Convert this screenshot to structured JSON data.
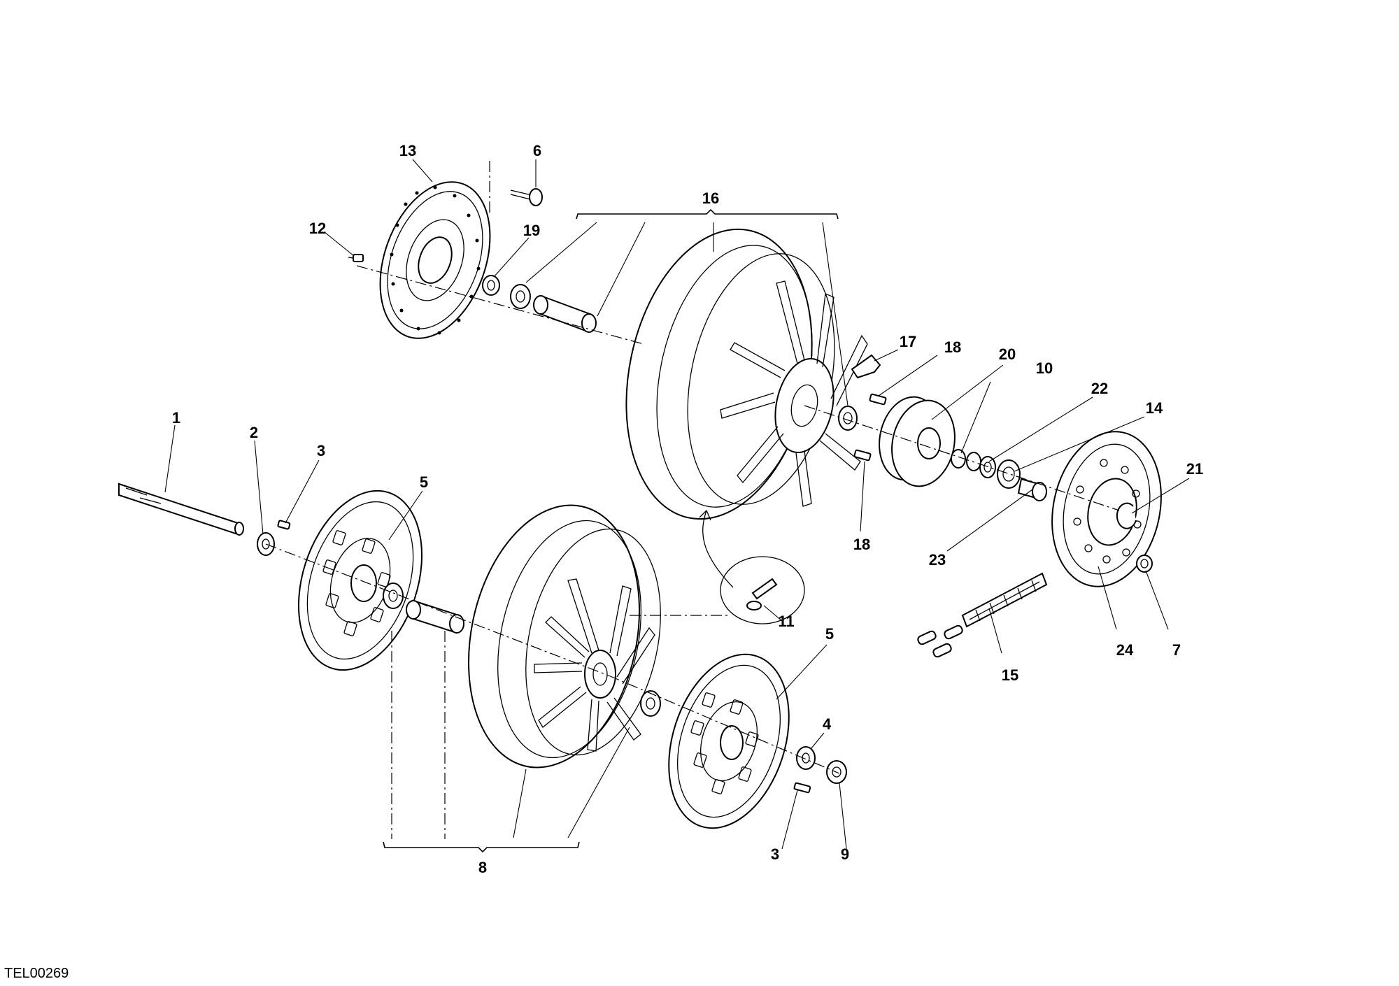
{
  "drawing_code": "TEL00269",
  "callouts": {
    "c1": "1",
    "c2": "2",
    "c3a": "3",
    "c3b": "3",
    "c4": "4",
    "c5a": "5",
    "c5b": "5",
    "c6": "6",
    "c7": "7",
    "c8": "8",
    "c9": "9",
    "c10": "10",
    "c11": "11",
    "c12": "12",
    "c13": "13",
    "c14": "14",
    "c15": "15",
    "c16": "16",
    "c17": "17",
    "c18a": "18",
    "c18b": "18",
    "c19": "19",
    "c20": "20",
    "c21": "21",
    "c22": "22",
    "c23": "23",
    "c24": "24"
  }
}
